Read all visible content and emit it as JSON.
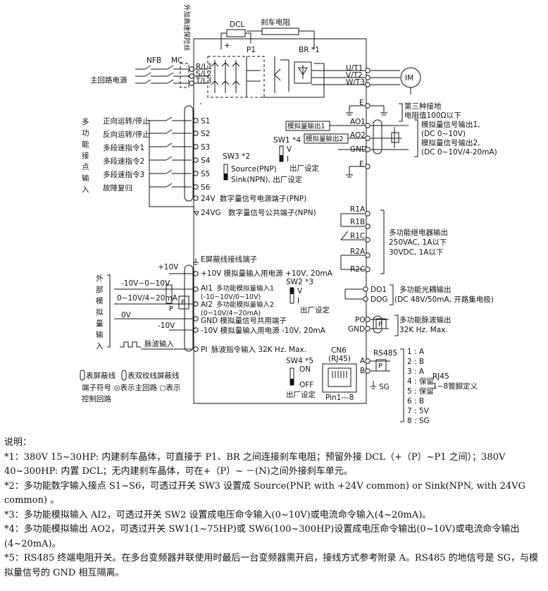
{
  "labels": {
    "dcl": "DCL",
    "brake_resistor": "刹车电阻",
    "p1": "P1",
    "br": "BR *1",
    "nfb": "NFB",
    "mc": "MC",
    "main_power": "主回路电源",
    "external_fuse": "外加高速保险丝",
    "rl1": "R/L1",
    "sl2": "S/L2",
    "tl3": "T/L3",
    "ut1": "U/T1",
    "vt2": "V/T2",
    "wt3": "W/T3",
    "motor": "IM",
    "plus": "+",
    "minus": "-",
    "e_terminal": "E",
    "ground_note_1": "第三种接地",
    "ground_note_2": "电阻值100Ω以下",
    "multi_input_caption": [
      "多",
      "功",
      "能",
      "接",
      "点",
      "输",
      "入"
    ],
    "inputs": [
      "正向运转/停止",
      "反向运转/停止",
      "多段速指令1",
      "多段速指令2",
      "多段速指令3",
      "故障复归"
    ],
    "s_terminals": [
      "S1",
      "S2",
      "S3",
      "S4",
      "S5",
      "S6"
    ],
    "t_24v": "24V",
    "t_24v_desc": "数字量信号电源端子(PNP)",
    "t_24vg": "24VG",
    "t_24vg_desc": "数字量信号公共端子(NPN)",
    "sw3": "SW3 *2",
    "sw3_source": "Source(PNP)",
    "sw3_sink": "Sink(NPN), 出厂设定",
    "ao1_box": "模拟量输出1",
    "ao2_box": "模拟量输出2",
    "sw1": "SW1 *4",
    "sw_v": "V",
    "sw_i": "I",
    "factory": "出厂设定",
    "ao1": "AO1",
    "ao2": "AO2",
    "gnd": "GND",
    "ao1_desc": "模拟量信号输出1,",
    "ao1_range": "(DC 0~10V)",
    "ao2_desc": "模拟量信号输出2,",
    "ao2_range": "(DC 0~10V/4-20mA)",
    "relay_terms": [
      "R1A",
      "R1B",
      "R1C",
      "R2A",
      "R2C"
    ],
    "relay_desc_1": "多功能继电器输出",
    "relay_desc_2": "250VAC, 1A以下",
    "relay_desc_3": "30VDC, 1A以下",
    "shield_term": "E屏蔽线接线端子",
    "plus10v": "+10V",
    "plus10v_desc": "+10V 模拟量输入用电源 +10V, 20mA",
    "ext_analog_caption": [
      "外",
      "部",
      "模",
      "拟",
      "量",
      "输",
      "入"
    ],
    "ai1_range_in": "-10V~0~10V",
    "ai2_range_in": "0~10V/4~20mA",
    "zero_v": "0V",
    "minus10v": "-10V",
    "p_mark": "P",
    "ai1": "AI1",
    "ai1_desc": "多功能模拟量输入1",
    "ai1_range": "(-10~10V/0~10V)",
    "ai2": "AI2",
    "ai2_desc": "多功能模拟量输入2",
    "ai2_range": "(0~10V/4~20mA)",
    "gnd_desc": "GND 模拟量信号共用端子",
    "minus10v_desc": "-10V 模拟量输入用电源 -10V, 20mA",
    "sw2": "SW2 *3",
    "do1": "DO1",
    "dog": "DOG",
    "do_desc_1": "多功能光耦输出",
    "do_desc_2": "(DC 48V/50mA, 开路集电极)",
    "po": "PO",
    "po_gnd": "GND",
    "po_desc_1": "多功能脉波输出",
    "po_desc_2": "32K Hz. Max.",
    "pulse_in": "脉波输入",
    "pi": "PI",
    "pi_desc": "脉波指令输入 32K Hz. Max.",
    "cn6": "CN6",
    "rj45_label": "(RJ45)",
    "pin_range": "Pin1---8",
    "rs485": "RS485",
    "t_a": "A",
    "t_b": "B",
    "t_sg": "SG",
    "sw4": "SW4 *5",
    "sw4_on": "ON",
    "sw4_off": "OFF",
    "rj45_caption": "RJ45",
    "rj45_caption_2": "1~8管脚定义",
    "pins": [
      "1 : A",
      "2 : B",
      "3 : A",
      "4 : 保留",
      "5 : 保留",
      "6 : B",
      "7 : 5V",
      "8 : SG"
    ],
    "legend_1": "表屏蔽线",
    "legend_2": "表双绞线屏蔽线",
    "legend_3": "端子符号 ◎表示主回路 ○表示",
    "legend_4": "控制回路"
  },
  "notes": [
    "说明：",
    "*1：380V 15~30HP: 内建刹车晶体，可直接于 P1、BR 之间连接刹车电阻；预留外接 DCL（+（P）~P1 之间）；380V 40~300HP: 内置 DCL；无内建刹车晶体，可在+（P）~ －(N)之间外接刹车单元。",
    "*2：多功能数字输入接点 S1~S6，可透过开关 SW3 设置成 Source(PNP, with +24V common) or Sink(NPN, with 24VG common) 。",
    "*3：多功能模拟输入 AI2，可透过开关 SW2 设置成电压命令输入(0~10V)或电流命令输入(4~20mA)。",
    "*4：多功能模拟输出 AO2，可透过开关 SW1(1~75HP)或 SW6(100~300HP)设置成电压命令输出(0~10V)或电流命令输出(4~20mA)。",
    "*5：RS485 终端电阻开关。在多台变频器并联使用时最后一台变频器需开启，接线方式参考附录 A。RS485 的地信号是 SG，与模拟量信号的 GND 相互隔离。"
  ]
}
